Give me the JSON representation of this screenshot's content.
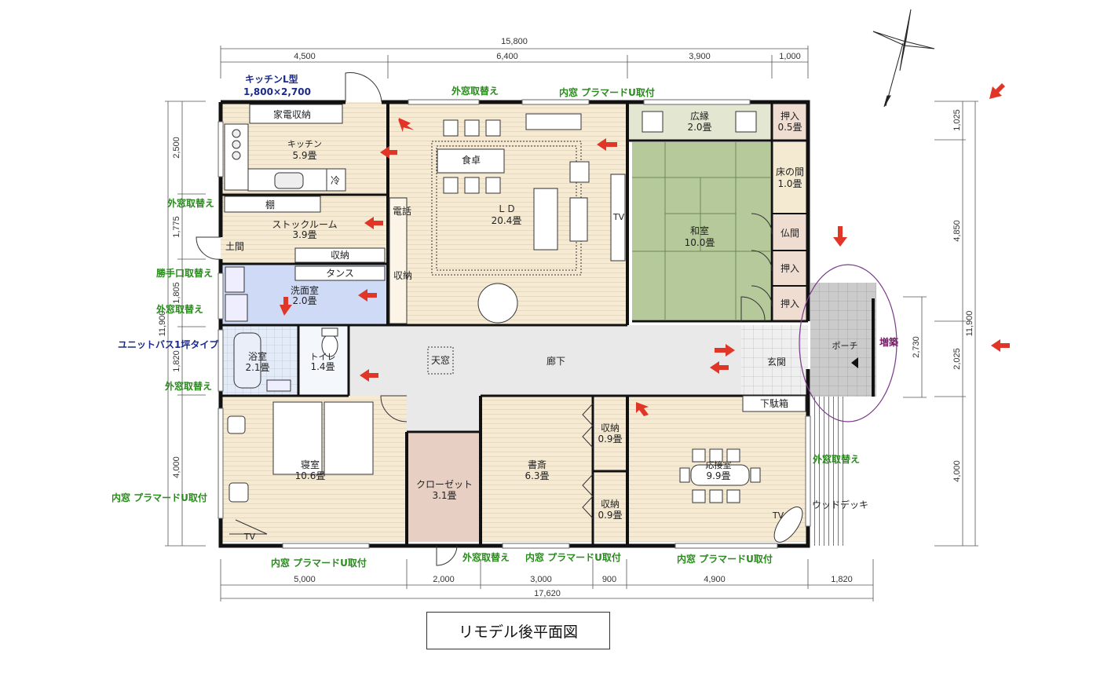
{
  "title": "リモデル後平面図",
  "dimensions": {
    "top_total": "15,800",
    "top": [
      "4,500",
      "6,400",
      "3,900",
      "1,000"
    ],
    "bottom": [
      "5,000",
      "2,000",
      "3,000",
      "900",
      "4,900",
      "1,820"
    ],
    "bottom_total": "17,620",
    "left": [
      "2,500",
      "1,775",
      "1,805",
      "1,820",
      "4,000"
    ],
    "left_total": "11,900",
    "right": [
      "1,025",
      "4,850",
      "2,025",
      "4,000"
    ],
    "right_total": "11,900",
    "porch_depth": "2,730"
  },
  "rooms": {
    "kitchen": {
      "name": "キッチン",
      "size": "5.9畳"
    },
    "appliance_storage": "家電収納",
    "fridge": "冷",
    "shelf": "棚",
    "stock_room": {
      "name": "ストックルーム",
      "size": "3.9畳"
    },
    "earth_floor": "土間",
    "storage1": "収納",
    "dresser": "タンス",
    "washroom": {
      "name": "洗面室",
      "size": "2.0畳"
    },
    "bath": {
      "name": "浴室",
      "size": "2.1畳"
    },
    "toilet": {
      "name": "トイレ",
      "size": "1.4畳"
    },
    "phone": "電話",
    "ld_storage": "収納",
    "ld": {
      "name": "ＬＤ",
      "size": "20.4畳"
    },
    "dining_table": "食卓",
    "tv": "TV",
    "engawa": {
      "name": "広縁",
      "size": "2.0畳"
    },
    "oshiire1": {
      "name": "押入",
      "size": "0.5畳"
    },
    "tokonoma": {
      "name": "床の間",
      "size": "1.0畳"
    },
    "washitsu": {
      "name": "和室",
      "size": "10.0畳"
    },
    "butsuma": "仏間",
    "oshiire2": "押入",
    "oshiire3": "押入",
    "genkan": "玄関",
    "geta_box": "下駄箱",
    "porch": "ポーチ",
    "corridor": "廊下",
    "skylight": "天窓",
    "bedroom": {
      "name": "寝室",
      "size": "10.6畳"
    },
    "bedroom_tv": "TV",
    "closet": {
      "name": "クローゼット",
      "size": "3.1畳"
    },
    "study": {
      "name": "書斎",
      "size": "6.3畳"
    },
    "study_storage1": {
      "name": "収納",
      "size": "0.9畳"
    },
    "study_storage2": {
      "name": "収納",
      "size": "0.9畳"
    },
    "reception": {
      "name": "応接室",
      "size": "9.9畳"
    },
    "reception_tv": "TV",
    "wood_deck": "ウッドデッキ"
  },
  "annotations": {
    "kitchen_type": "キッチンL型",
    "kitchen_size": "1,800×2,700",
    "outer_window_top": "外窓取替え",
    "inner_window_top": "内窓 プラマードU取付",
    "outer_window_left1": "外窓取替え",
    "back_door": "勝手口取替え",
    "outer_window_left2": "外窓取替え",
    "unit_bath": "ユニットバス1坪タイプ",
    "outer_window_left3": "外窓取替え",
    "inner_window_left": "内窓 プラマードU取付",
    "inner_window_bottom1": "内窓 プラマードU取付",
    "outer_window_bottom": "外窓取替え",
    "inner_window_bottom2": "内窓 プラマードU取付",
    "inner_window_bottom3": "内窓 プラマードU取付",
    "outer_window_right": "外窓取替え",
    "extension": "増築"
  },
  "colors": {
    "wall": "#111111",
    "wood_floor": "#f6ead3",
    "tatami": "#b5c99a",
    "engawa": "#e3e7d2",
    "oshiire": "#f0ddd2",
    "tokonoma": "#f4ead2",
    "closet": "#e8cfc3",
    "washroom": "#cfdaf6",
    "bath": "#dde6f6",
    "corridor": "#e9e9e9",
    "porch": "#cbcbcb",
    "arrow": "#e03527",
    "ellipse": "#7a3a8a"
  }
}
